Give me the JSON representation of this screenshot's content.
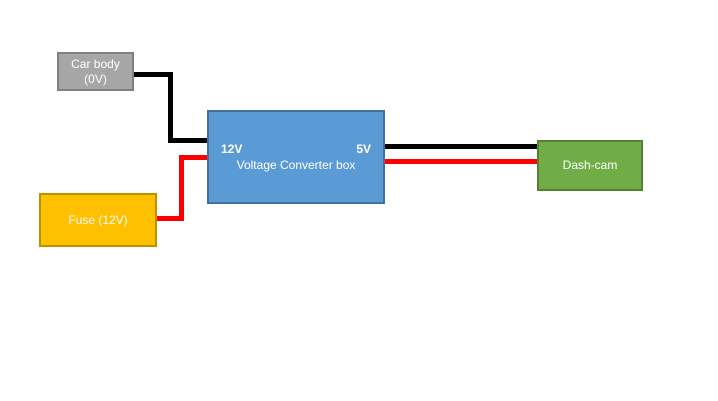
{
  "diagram": {
    "background_color": "#FFFFFF",
    "nodes": {
      "car_body": {
        "label": "Car body\n(0V)",
        "fill": "#A6A6A6",
        "border": "#808080",
        "text_color": "#FFFFFF"
      },
      "fuse": {
        "label": "Fuse (12V)",
        "fill": "#FFC000",
        "border": "#BF9000",
        "text_color": "#FFFFFF"
      },
      "converter": {
        "input_port_label": "12V",
        "output_port_label": "5V",
        "label": "Voltage Converter box",
        "fill": "#5B9BD5",
        "border": "#41719C",
        "text_color": "#FFFFFF"
      },
      "dashcam": {
        "label": "Dash-cam",
        "fill": "#70AD47",
        "border": "#548235",
        "text_color": "#FFFFFF"
      }
    },
    "wires": {
      "ground_color": "#000000",
      "power_color": "#FF0000"
    }
  }
}
